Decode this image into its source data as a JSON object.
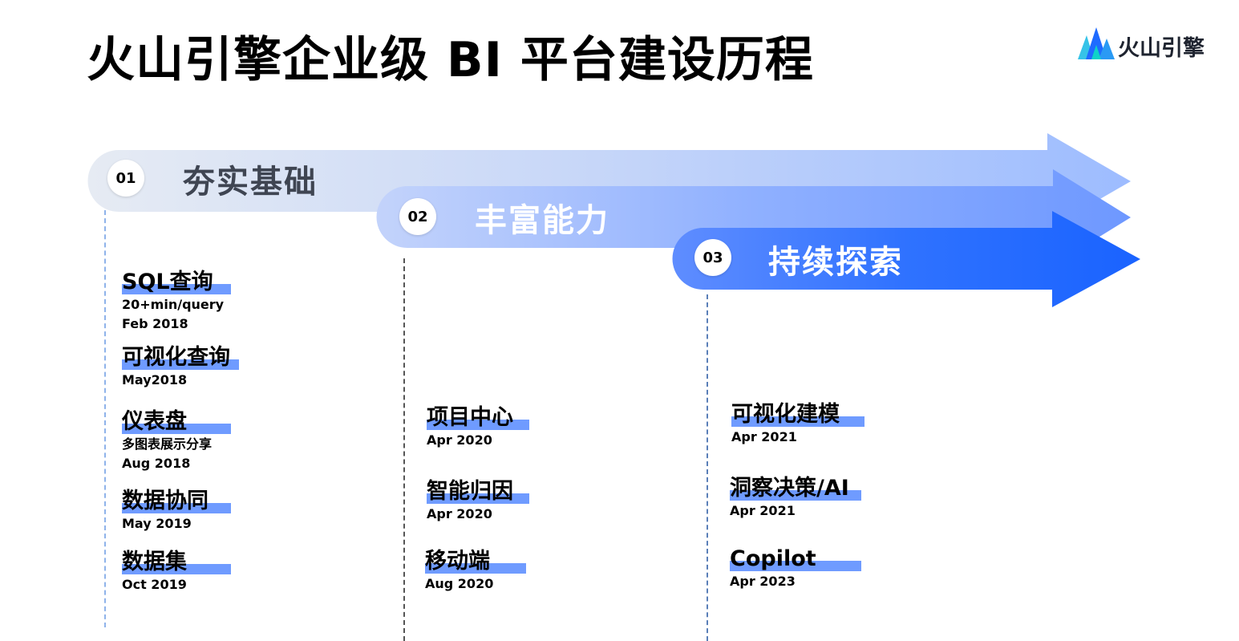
{
  "title": "火山引擎企业级 BI 平台建设历程",
  "logo": {
    "text": "火山引擎",
    "icon": "volcano-mountain-icon"
  },
  "colors": {
    "phase1": "#c9d8f8",
    "phase2": "#8fb0ff",
    "phase3": "#1a63ff",
    "highlight": "#6f9bff"
  },
  "phases": [
    {
      "number": "01",
      "label": "夯实基础",
      "items": [
        {
          "title": "SQL查询",
          "lines": [
            "20+min/query",
            "Feb 2018"
          ]
        },
        {
          "title": "可视化查询",
          "lines": [
            "May2018"
          ]
        },
        {
          "title": "仪表盘",
          "lines": [
            "多图表展示分享",
            "Aug 2018"
          ]
        },
        {
          "title": "数据协同",
          "lines": [
            "May 2019"
          ]
        },
        {
          "title": "数据集",
          "lines": [
            "Oct 2019"
          ]
        }
      ]
    },
    {
      "number": "02",
      "label": "丰富能力",
      "items": [
        {
          "title": "项目中心",
          "lines": [
            "Apr 2020"
          ]
        },
        {
          "title": "智能归因",
          "lines": [
            "Apr 2020"
          ]
        },
        {
          "title": "移动端",
          "lines": [
            "Aug 2020"
          ]
        }
      ]
    },
    {
      "number": "03",
      "label": "持续探索",
      "items": [
        {
          "title": "可视化建模",
          "lines": [
            "Apr 2021"
          ]
        },
        {
          "title": "洞察决策/AI",
          "lines": [
            "Apr 2021"
          ]
        },
        {
          "title": "Copilot",
          "lines": [
            "Apr 2023"
          ]
        }
      ]
    }
  ]
}
